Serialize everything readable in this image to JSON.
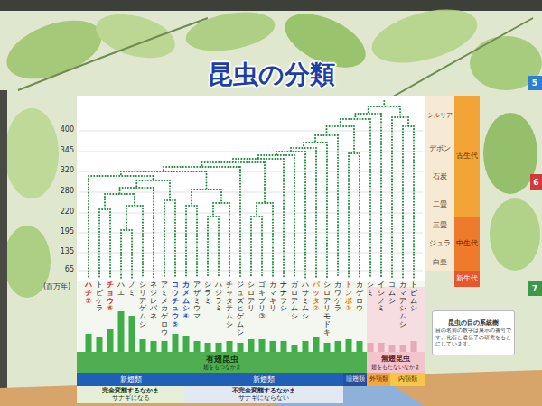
{
  "diagram": {
    "title": "昆虫の分類",
    "nodes": [
      {
        "text": [
          "シルリア"
        ]
      },
      {
        "text": [
          "デボン"
        ]
      },
      {
        "text": [
          "石炭"
        ]
      },
      {
        "text": [
          "二畳"
        ]
      },
      {
        "text": [
          "三畳"
        ]
      },
      {
        "text": [
          "ジュラ"
        ]
      },
      {
        "text": [
          "白亜"
        ]
      },
      {
        "text": [
          "古生代"
        ]
      },
      {
        "text": [
          "中生代"
        ]
      },
      {
        "text": [
          "新生代"
        ]
      },
      {
        "text": [
          "有翅昆虫",
          "翅をもつなかま"
        ]
      },
      {
        "text": [
          "無翅昆虫",
          "翅をもたないなかま"
        ]
      },
      {
        "text": [
          "新翅類"
        ]
      },
      {
        "text": [
          "新翅類"
        ]
      },
      {
        "text": [
          "旧翅類"
        ]
      },
      {
        "text": [
          "外顎類"
        ]
      },
      {
        "text": [
          "内顎類"
        ]
      },
      {
        "text": [
          "完全変態するなかま",
          "サナギになる"
        ]
      },
      {
        "text": [
          "不完全変態するなかま",
          "サナギにならない"
        ]
      },
      {
        "text": [
          "昆虫の目の系統樹",
          "目の名前の数字は展示の番号です。化石と遺伝子の研究をもとにしています。"
        ]
      },
      {
        "text": [
          "5"
        ]
      },
      {
        "text": [
          "6"
        ]
      },
      {
        "text": [
          "7"
        ]
      }
    ],
    "labels": [
      "400",
      "345",
      "320",
      "280",
      "220",
      "195",
      "135",
      "65",
      "(百万年)",
      "ハチ⑦",
      "トビケラ",
      "チョウ⑥",
      "ハエ",
      "ノミ",
      "シリアゲムシ",
      "ネジレバネ",
      "アミメカゲロウ",
      "コウチュウ⑤",
      "カメムシ④",
      "アザミウマ",
      "シラミ",
      "ハジラミ",
      "チャタテムシ",
      "ジュズヒゲムシ",
      "シロアリ",
      "ゴキブリ③",
      "カマキリ",
      "ナナフシ",
      "ガロアムシ",
      "ハサミムシ",
      "バッタ②",
      "シロアリモドキ",
      "カワゲラ",
      "トンボ①",
      "カゲロウ",
      "シミ",
      "イシノミ",
      "コムシ",
      "カマアシムシ",
      "トビムシ"
    ]
  }
}
